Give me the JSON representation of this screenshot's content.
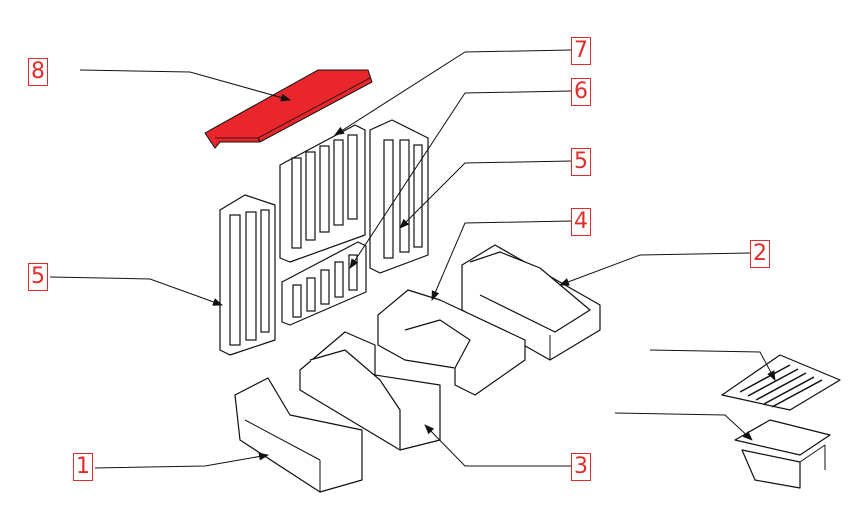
{
  "diagram": {
    "highlight_color": "#e8262b",
    "labels": [
      {
        "id": "8",
        "text": "8"
      },
      {
        "id": "7",
        "text": "7"
      },
      {
        "id": "6",
        "text": "6"
      },
      {
        "id": "5r",
        "text": "5"
      },
      {
        "id": "4",
        "text": "4"
      },
      {
        "id": "2",
        "text": "2"
      },
      {
        "id": "5l",
        "text": "5"
      },
      {
        "id": "1",
        "text": "1"
      },
      {
        "id": "3",
        "text": "3"
      }
    ]
  }
}
